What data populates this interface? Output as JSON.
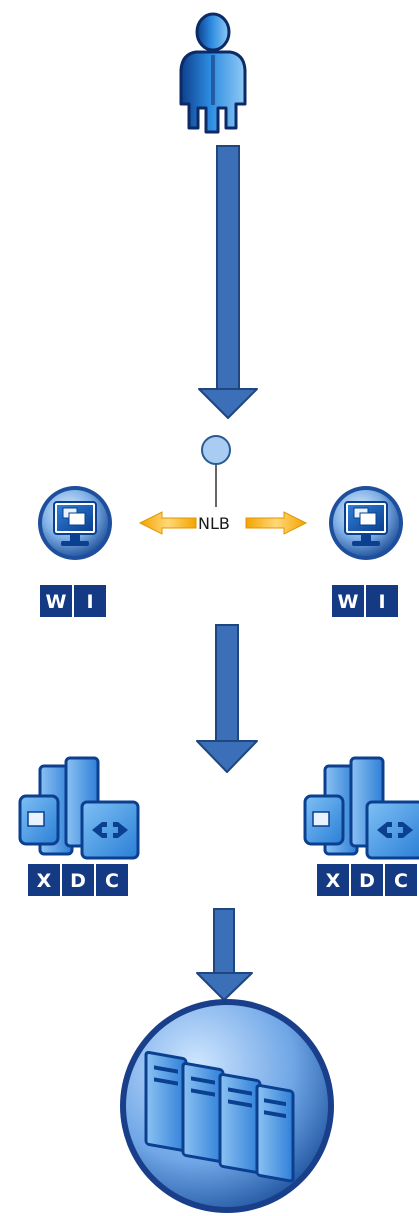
{
  "nlb": {
    "label": "NLB"
  },
  "web_interface": {
    "tiles": [
      "W",
      "I"
    ]
  },
  "controller": {
    "tiles": [
      "X",
      "D",
      "C"
    ]
  }
}
